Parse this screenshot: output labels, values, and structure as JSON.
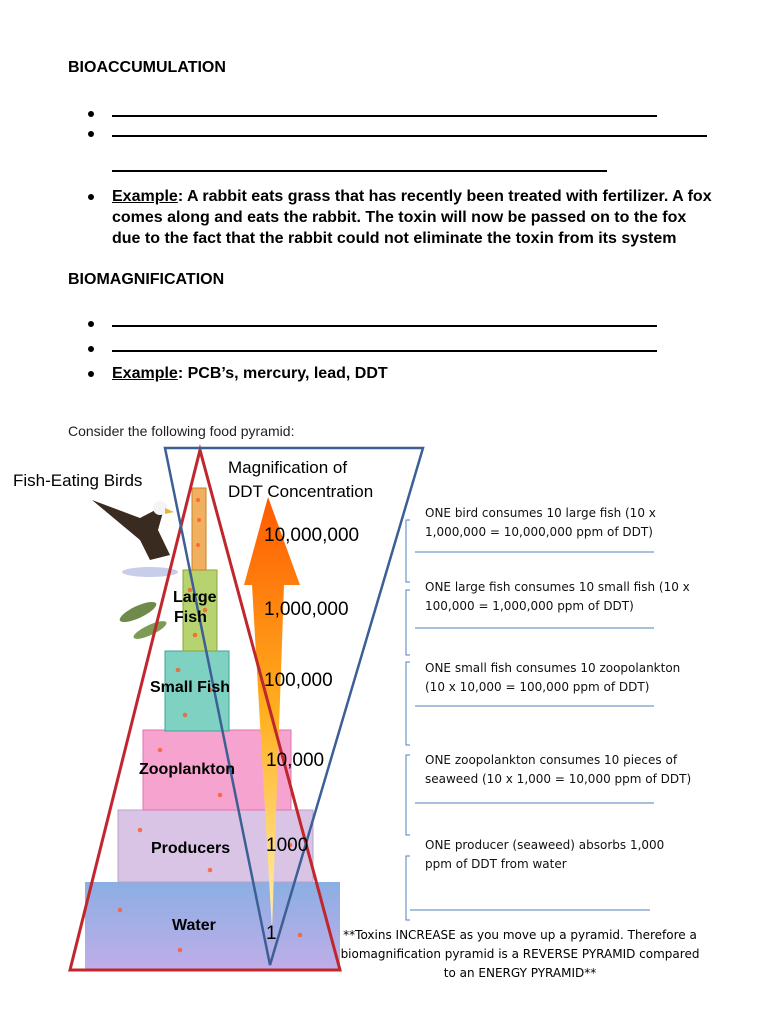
{
  "bioaccumulation": {
    "heading": "BIOACCUMULATION",
    "example_label": "Example",
    "example_text": ":  A rabbit eats grass that has recently been treated with fertilizer.  A fox comes along and eats the rabbit.  The toxin will now be passed on to the fox due to the fact that the rabbit could not eliminate the toxin from its system"
  },
  "biomagnification": {
    "heading": "BIOMAGNIFICATION",
    "example_label": "Example",
    "example_text": ":  PCB’s, mercury, lead, DDT"
  },
  "caption": "Consider the following food pyramid:",
  "pyramid": {
    "left_label": "Fish-Eating Birds",
    "magnification_title_1": "Magnification of",
    "magnification_title_2": "DDT Concentration",
    "levels": [
      {
        "name": "Large",
        "name2": "Fish",
        "value": "1,000,000"
      },
      {
        "name": "Small Fish",
        "value": "100,000"
      },
      {
        "name": "Zooplankton",
        "value": "10,000"
      },
      {
        "name": "Producers",
        "value": "1000"
      },
      {
        "name": "Water",
        "value": "1"
      }
    ],
    "top_value": "10,000,000"
  },
  "notes": [
    "ONE bird consumes 10 large fish  (10 x 1,000,000 = 10,000,000 ppm of DDT)",
    "ONE large fish consumes 10 small fish (10 x 100,000 = 1,000,000 ppm of DDT)",
    "ONE small fish consumes 10 zoopolankton (10 x 10,000 = 100,000 ppm of DDT)",
    "ONE zoopolankton  consumes 10 pieces of seaweed (10 x 1,000 = 10,000 ppm of DDT)",
    "ONE producer (seaweed) absorbs 1,000 ppm of DDT from water"
  ],
  "footer_note": "**Toxins INCREASE as you move up a pyramid.  Therefore a biomagnification pyramid is a REVERSE PYRAMID compared to an ENERGY PYRAMID**",
  "colors": {
    "red_outline": "#c0272d",
    "blue_outline": "#3c5f96",
    "note_line": "#4f81bd"
  }
}
